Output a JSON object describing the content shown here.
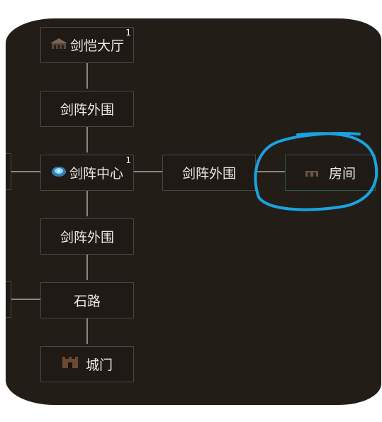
{
  "rooms": {
    "hall": {
      "label": "剑恺大厅",
      "badge": "1",
      "icon": "hall-building-icon"
    },
    "outer_top": {
      "label": "剑阵外围"
    },
    "center": {
      "label": "剑阵中心",
      "badge": "1",
      "icon": "blue-swirl-icon"
    },
    "outer_right": {
      "label": "剑阵外围"
    },
    "room": {
      "label": "房间",
      "icon": "room-icon"
    },
    "outer_bottom": {
      "label": "剑阵外围"
    },
    "stone_road": {
      "label": "石路"
    },
    "city_gate": {
      "label": "城门",
      "icon": "city-gate-icon"
    }
  },
  "annotation": {
    "shape": "hand-drawn-circle",
    "color": "#1aa3de"
  },
  "colors": {
    "background": "#231d18",
    "node": "#1f1a16",
    "line": "#8c8680",
    "text": "#ebe7e2"
  }
}
